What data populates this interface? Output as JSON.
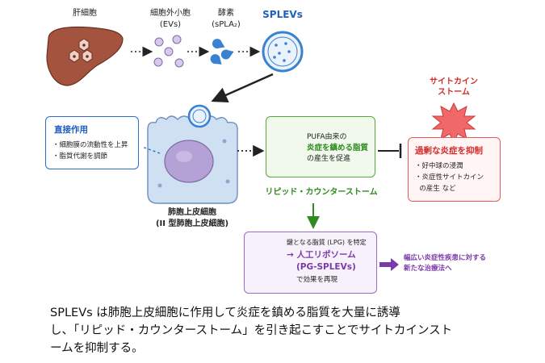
{
  "top_row": {
    "liver": "肝細胞",
    "evs_line1": "細胞外小胞",
    "evs_line2": "(EVs)",
    "enzyme_line1": "酵素",
    "enzyme_line2": "(sPLA₂)",
    "splevs": "SPLEVs"
  },
  "cell": {
    "label_line1": "肺胞上皮細胞",
    "label_line2": "(II 型肺胞上皮細胞)"
  },
  "direct_action": {
    "title": "直接作用",
    "items": [
      "・細胞膜の流動性を上昇",
      "・脂質代謝を調節"
    ]
  },
  "pufa": {
    "line1": "PUFA由来の",
    "line2": "炎症を鎮める脂質",
    "line3": "の産生を促進",
    "caption": "リピッド・カウンターストーム"
  },
  "storm": {
    "line1": "サイトカイン",
    "line2": "ストーム"
  },
  "suppress": {
    "title": "過剰な炎症を抑制",
    "items": [
      "・好中球の浸潤",
      "・炎症性サイトカイン",
      "  の産生 など"
    ]
  },
  "lpg": {
    "line1": "鍵となる脂質 (LPG) を特定",
    "line2": "→ 人工リポソーム",
    "line3": "(PG-SPLEVs)",
    "line4": "で効果を再現"
  },
  "therapy": {
    "line1": "幅広い炎症性疾患に対する",
    "line2": "新たな治療法へ"
  },
  "caption": {
    "line1": "SPLEVs は肺胞上皮細胞に作用して炎症を鎮める脂質を大量に誘導",
    "line2": "し、「リピッド・カウンターストーム」を引き起こすことでサイトカインスト",
    "line3": "ームを抑制する。"
  },
  "colors": {
    "blue": "#1f5fbf",
    "green": "#54a83c",
    "red": "#d42a2a",
    "purple": "#7a3aa8",
    "liver": "#a4533f",
    "cell": "#cfe0f3"
  }
}
